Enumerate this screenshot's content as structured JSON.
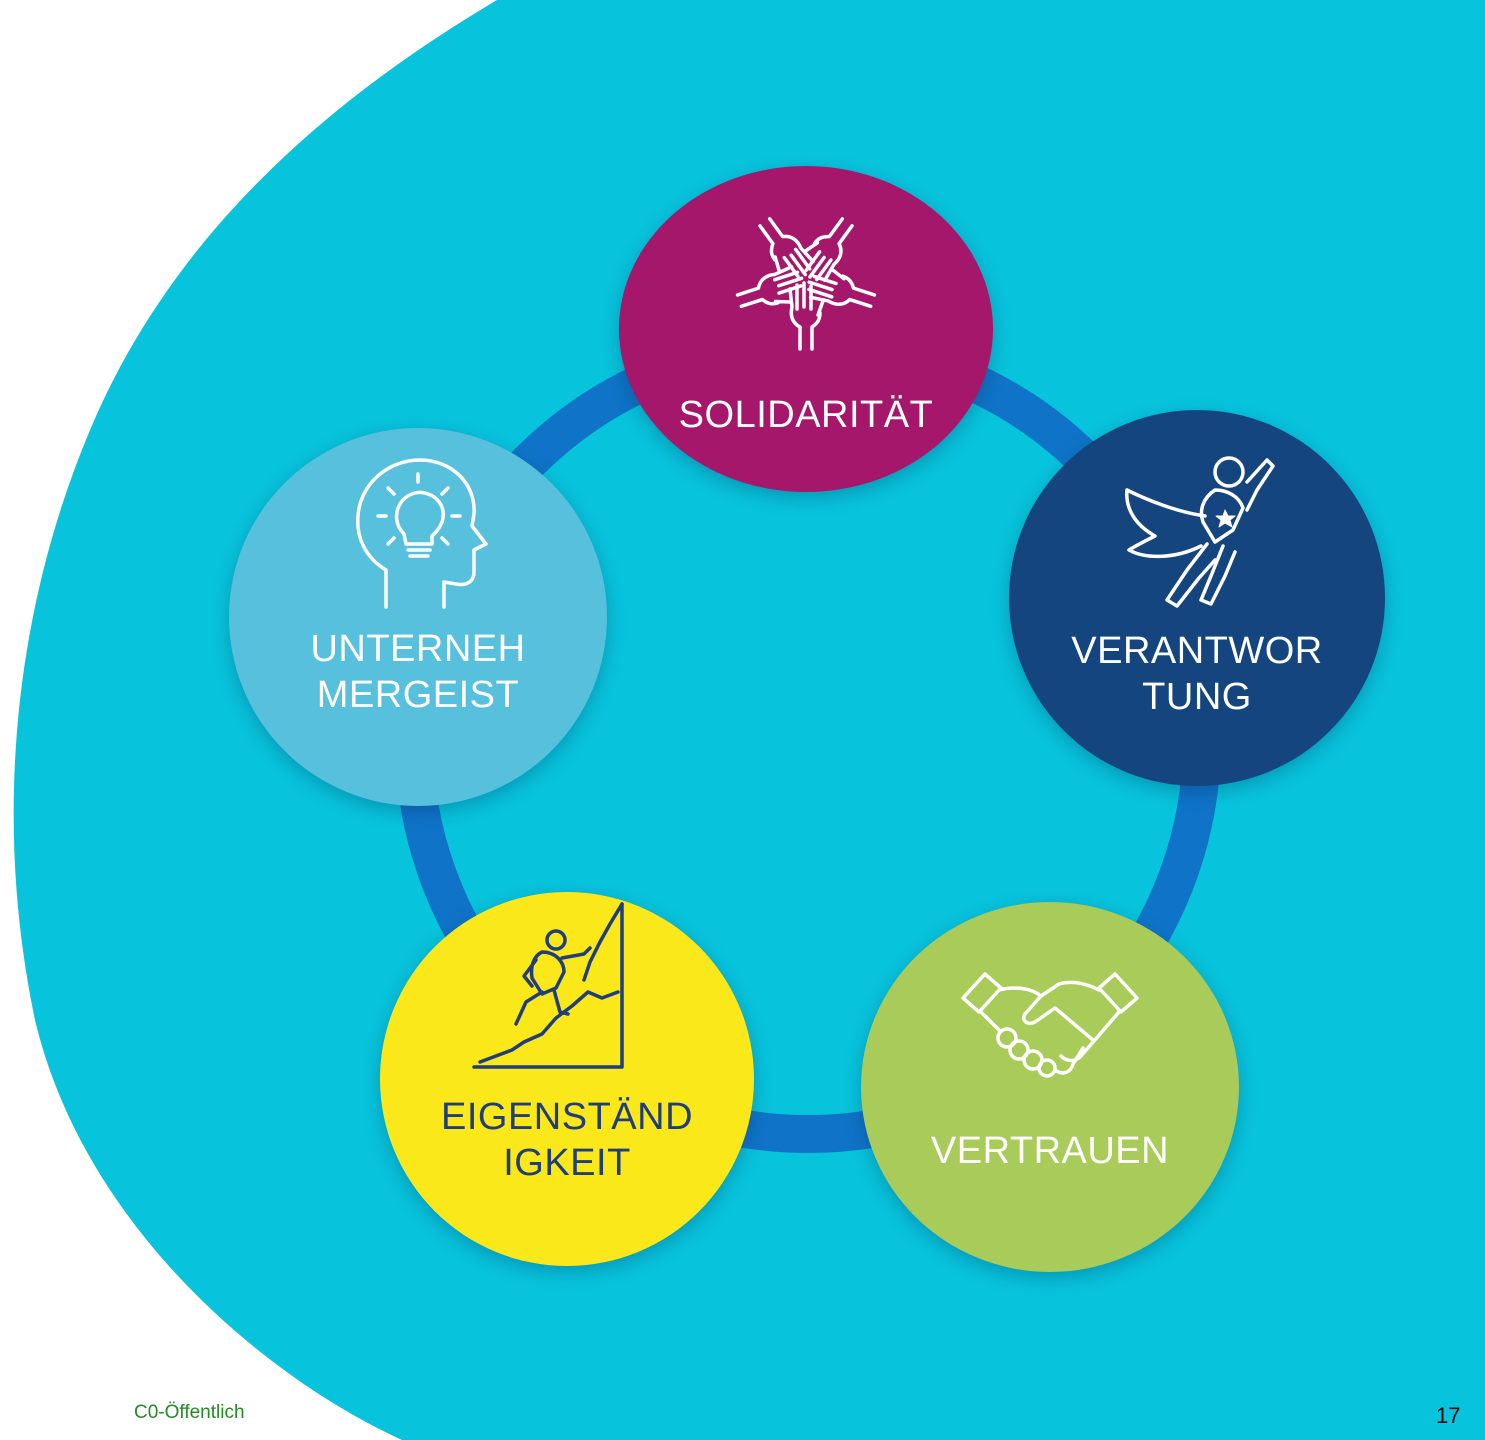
{
  "values": [
    {
      "id": "solidaritaet",
      "label": "SOLIDARITÄT",
      "icon": "hands-together-icon"
    },
    {
      "id": "verantwortung",
      "label": "VERANTWOR\nTUNG",
      "icon": "superhero-icon"
    },
    {
      "id": "vertrauen",
      "label": "VERTRAUEN",
      "icon": "handshake-icon"
    },
    {
      "id": "eigenstaendigkeit",
      "label": "EIGENSTÄND\nIGKEIT",
      "icon": "climber-icon"
    },
    {
      "id": "unternehmergeist",
      "label": "UNTERNEH\nMERGEIST",
      "icon": "head-lightbulb-icon"
    }
  ],
  "footer": {
    "classification": "C0-Öffentlich",
    "page_number": "17"
  },
  "colors": {
    "background_blob": "#08c3dc",
    "ring": "#0f74c8",
    "solidaritaet": "#a4176b",
    "verantwortung": "#14457f",
    "vertrauen": "#a8cb5a",
    "eigenstaendigkeit": "#fbe81b",
    "eigenstaendigkeit_text": "#1f3e7a",
    "unternehmergeist": "#57c0dc",
    "classification_text": "#228b22"
  }
}
